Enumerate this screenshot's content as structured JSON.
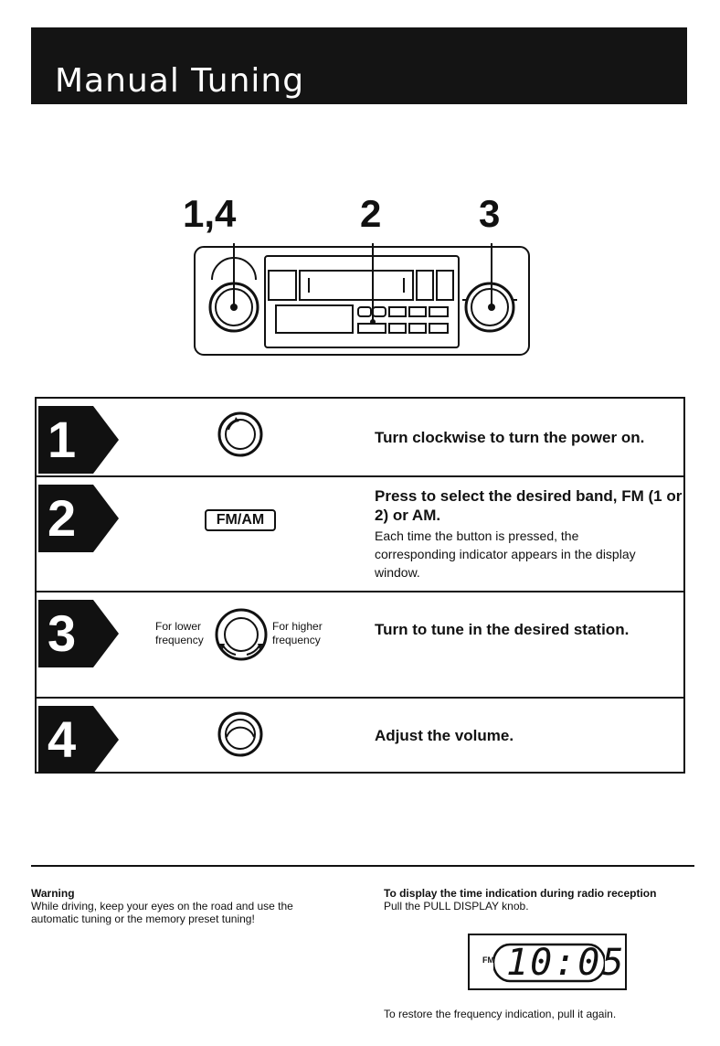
{
  "title": "Manual Tuning",
  "callouts": [
    "1,4",
    "2",
    "3"
  ],
  "steps": [
    {
      "number": "1",
      "lead": "Turn clockwise to turn the power on.",
      "detail": ""
    },
    {
      "number": "2",
      "lead": "Press to select the desired band, FM (1 or 2) or AM.",
      "detail": "Each time the button is pressed, the corresponding indicator appears in the display window.",
      "button_label": "FM/AM"
    },
    {
      "number": "3",
      "lead": "Turn to tune in the desired station.",
      "detail": "",
      "left_label": "For lower frequency",
      "right_label": "For higher frequency"
    },
    {
      "number": "4",
      "lead": "Adjust the volume.",
      "detail": ""
    }
  ],
  "warning": {
    "heading": "Warning",
    "body": "While driving, keep your eyes on the road and use the automatic tuning or the memory preset tuning!"
  },
  "time_display": {
    "heading": "To display the time indication during radio reception",
    "instruction": "Pull the PULL DISPLAY knob.",
    "band_indicator": "FM",
    "time": "10:05",
    "restore_note": "To restore the frequency indication, pull it again."
  },
  "colors": {
    "ink": "#111111",
    "title_bar": "#141414",
    "paper": "#ffffff"
  }
}
